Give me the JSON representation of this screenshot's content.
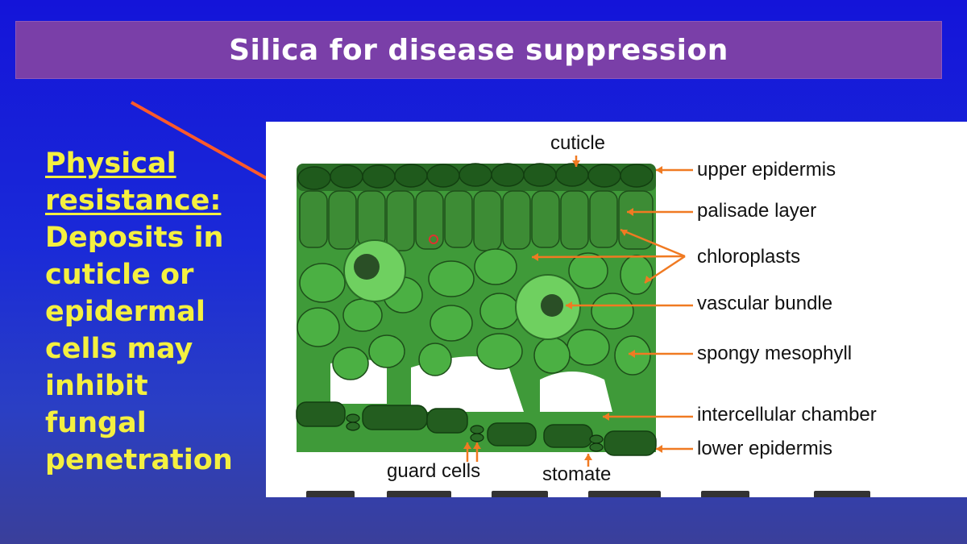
{
  "slide": {
    "title": "Silica for disease suppression",
    "bullet_heading": "Physical resistance:",
    "bullet_heading_lines": [
      "Physical",
      "resistance:"
    ],
    "bullet_body_lines": [
      "Deposits in",
      "cuticle or",
      "epidermal",
      "cells may",
      "inhibit",
      "fungal",
      "penetration"
    ]
  },
  "diagram": {
    "labels": {
      "cuticle": "cuticle",
      "upper_epidermis": "upper epidermis",
      "palisade_layer": "palisade layer",
      "chloroplasts": "chloroplasts",
      "vascular_bundle": "vascular bundle",
      "spongy_mesophyll": "spongy mesophyll",
      "intercellular_chamber": "intercellular chamber",
      "lower_epidermis": "lower epidermis",
      "guard_cells": "guard cells",
      "stomate": "stomate"
    },
    "colors": {
      "leaf_dark": "#2f7a2a",
      "leaf_mid": "#4aa844",
      "leaf_light": "#6fd060",
      "epidermis": "#235d1f",
      "arrow": "#f07a22",
      "pointer": "#ff5a2a"
    }
  }
}
